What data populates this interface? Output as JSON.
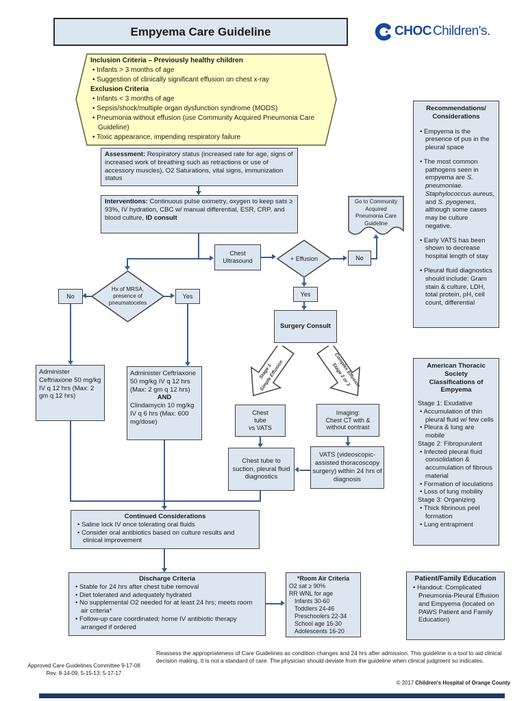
{
  "header": {
    "title": "Empyema Care Guideline",
    "logo_bold": "CHOC",
    "logo_light": "Children's."
  },
  "criteria": {
    "inclusion_title": "Inclusion Criteria – Previously healthy children",
    "inclusion": [
      "Infants > 3 months of age",
      "Suggestion of clinically significant effusion on chest x-ray"
    ],
    "exclusion_title": "Exclusion Criteria",
    "exclusion": [
      "Infants < 3 months of age",
      "Sepsis/shock/multiple organ dysfunction syndrome (MODS)",
      "Pneumonia without effusion (use Community Acquired Pneumonia Care Guideline)",
      "Toxic appearance, impending respiratory failure"
    ]
  },
  "flow": {
    "assessment_label": "Assessment:",
    "assessment_text": " Respiratory status (increased rate for age, signs of increased work of breathing such as retractions or use of accessory muscles), O2 Saturations, vital signs, immunization status",
    "interventions_label": "Interventions:",
    "interventions_text": " Continuous pulse oximetry, oxygen to keep sats ≥ 93%, IV hydration, CBC w/ manual differential, ESR, CRP, and blood culture, ",
    "interventions_bold_tail": "ID consult",
    "goto_doc": "Go to Community\nAcquired\nPneumonia Care\nGuideline",
    "chest_ultrasound": "Chest\nUltrasound",
    "effusion_diamond": "+ Effusion",
    "no1": "No",
    "yes1": "Yes",
    "surgery_consult": "Surgery Consult",
    "mrsa_diamond": "Hx of MRSA,\npresence of\npneumatoceles",
    "no2": "No",
    "yes2": "Yes",
    "admin_left": "Administer Ceftriaxone 50 mg/kg  IV q 12 hrs (Max: 2 gm q 12 hrs)",
    "admin_right_part1": "Administer Ceftriaxone 50 mg/kg IV q 12 hrs (Max: 2 gm  q 12 hrs)",
    "admin_right_and": "AND",
    "admin_right_part2": "Clindamycin 10 mg/kg IV q 6 hrs (Max: 600 mg/dose)",
    "arrow_left_line1": "Stage 1",
    "arrow_left_line2": "Simple Effusion",
    "arrow_right_line1": "Stage 2 or 3",
    "arrow_right_line2": "Complex Effusion",
    "chest_tube_vats": "Chest\ntube\nvs VATS",
    "imaging": "Imaging:\nChest CT with &\nwithout contrast",
    "chest_tube_suction": "Chest tube to suction, pleural fluid diagnostics",
    "vats": "VATS (videoscopic-assisted thoracoscopy surgery) within 24 hrs of diagnosis"
  },
  "continued": {
    "title": "Continued Considerations",
    "items": [
      "Saline lock IV once tolerating oral fluids",
      "Consider oral antibiotics based on culture results and clinical improvement"
    ]
  },
  "discharge": {
    "title": "Discharge Criteria",
    "items": [
      "Stable for 24 hrs after chest tube removal",
      "Diet tolerated and adequately hydrated",
      "No supplemental O2 needed for at least 24 hrs; meets room air criteria*",
      "Follow-up care coordinated; home IV antibiotic therapy arranged if ordered"
    ]
  },
  "room_air": {
    "title": "*Room Air Criteria",
    "line1": "O2 sat ≥ 90%",
    "line2": "RR WNL for age",
    "ages": [
      "Infants 30-60",
      "Toddlers 24-46",
      "Preschoolers 22-34",
      "School age 16-30",
      "Adolescents 16-20"
    ]
  },
  "education": {
    "title": "Patient/Family Education",
    "item": "Handout: Complicated Pneumonia-Pleural Effusion and Empyema (located on PAWS Patient and Family Education)"
  },
  "recommendations": {
    "title": "Recommendations/\nConsiderations",
    "item1": "Empyema is the presence of pus in the pleural space",
    "item2_p1": "The most common pathogens seen in empyema are ",
    "item2_i1": "S. pneumoniae. Staphylococcus aureus,",
    "item2_p2": " and ",
    "item2_i2": "S. pyogenes",
    "item2_p3": ", although some cases may be culture negative.",
    "item3": "Early VATS  has been shown to decrease hospital length of stay",
    "item4": "Pleural fluid diagnostics should include: Gram stain & culture, LDH, total protein, pH, cell count, differential"
  },
  "ats": {
    "title": "American Thoracic\nSociety\nClassifications of\nEmpyema",
    "stage1": "Stage 1:  Exudative",
    "stage1_items": [
      "Accumulation of thin pleural fluid w/ few cells",
      "Pleura & lung are mobile"
    ],
    "stage2": "Stage 2: Fibropurulent",
    "stage2_items": [
      "Infected pleural fluid consolidation & accumulation of fibrous material",
      "Formation of loculations",
      "Loss of lung mobility"
    ],
    "stage3": "Stage 3: Organizing",
    "stage3_items": [
      "Thick fibrinous peel formation",
      "Lung entrapment"
    ]
  },
  "footer": {
    "approved": "Approved Care Guidelines Committee 9-17-08",
    "rev": "Rev. 8-14-09, 5-15-13; 5-17-17",
    "disclaimer": "Reassess the appropriateness of Care Guidelines as condition changes and 24 hrs after admission. This guideline is a tool to aid clinical decision making. It is not a standard of care. The physician should deviate from the guideline when clinical judgment so indicates.",
    "copyright_year": "© 2017 ",
    "copyright_org": "Children's Hospital of Orange County"
  },
  "colors": {
    "box_fill": "#dce6f1",
    "criteria_fill": "#ffffc8",
    "arrow_blue": "#376092",
    "logo_blue": "#17479e",
    "border_dark": "#404040",
    "footer_bar": "#1f3864"
  }
}
